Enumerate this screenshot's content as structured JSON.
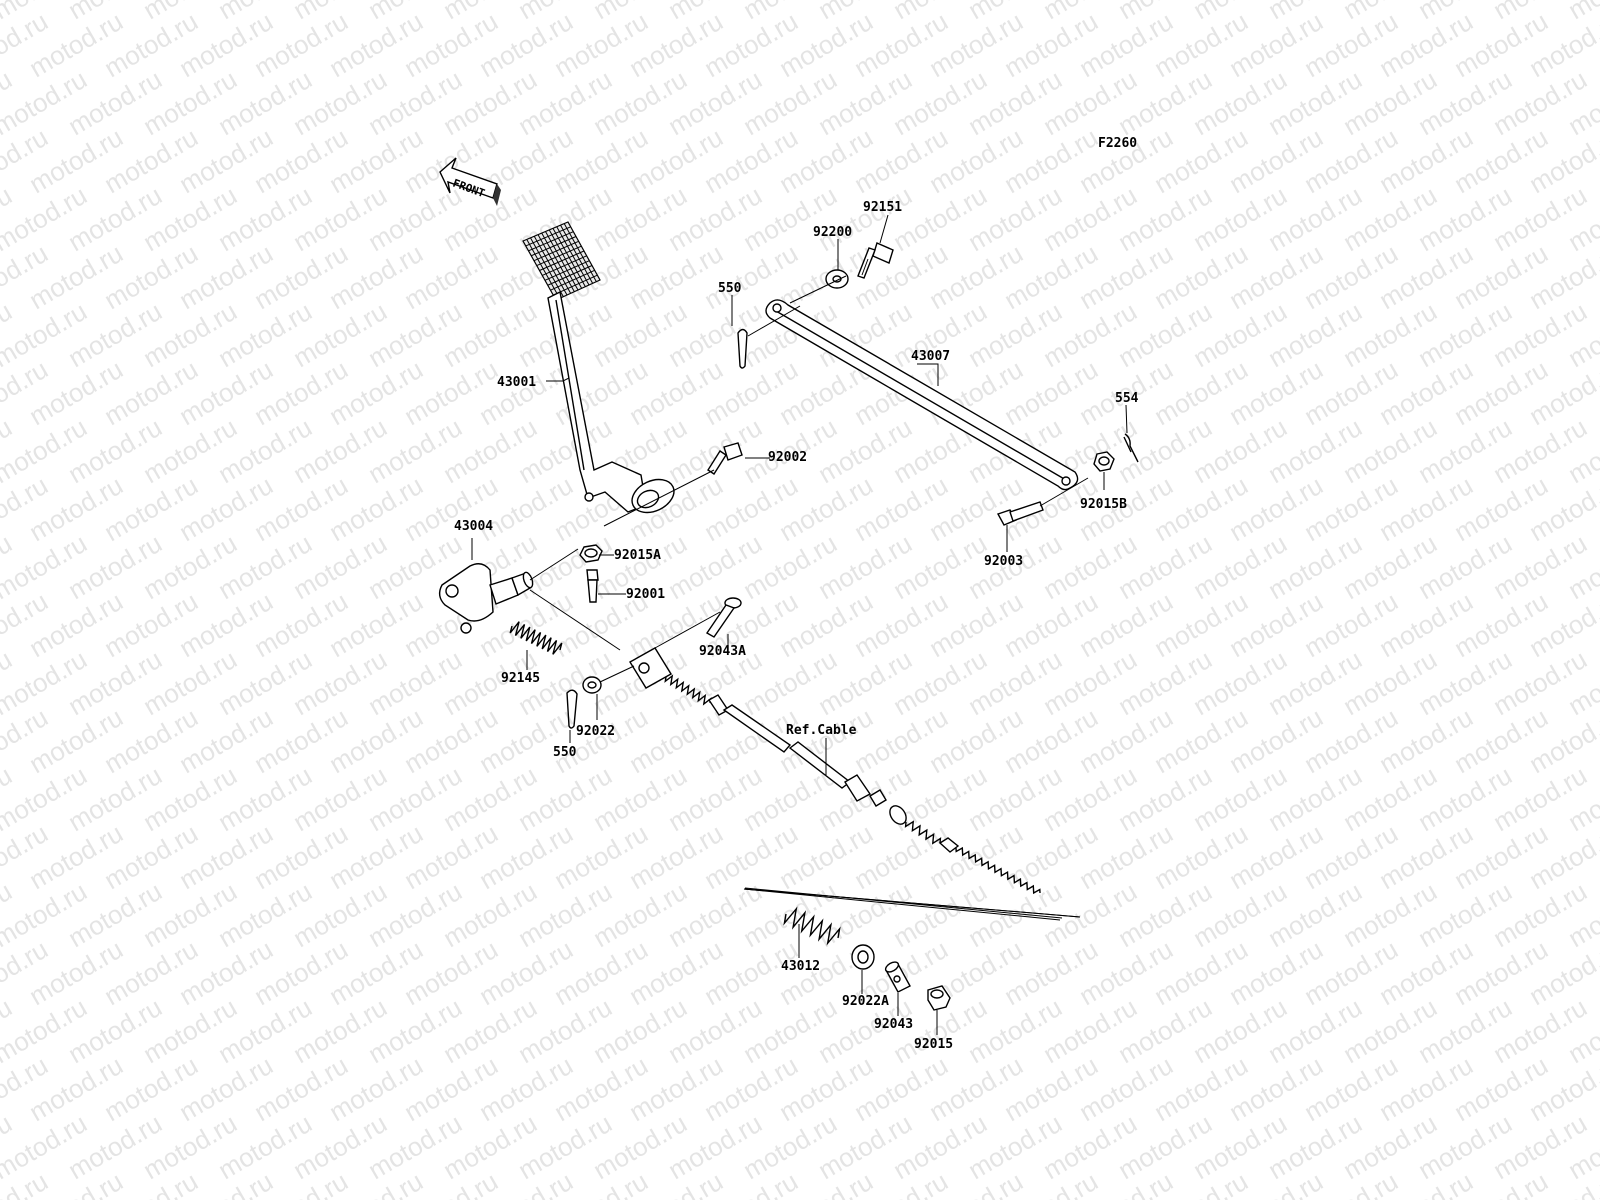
{
  "watermark": "motod.ru",
  "figure_code": "F2260",
  "front_label": "FRONT",
  "ref_label": "Ref.Cable",
  "parts": {
    "p92151": "92151",
    "p92200": "92200",
    "p550_top": "550",
    "p43007": "43007",
    "p554": "554",
    "p43001": "43001",
    "p92002": "92002",
    "p92015B": "92015B",
    "p43004": "43004",
    "p92015A": "92015A",
    "p92003": "92003",
    "p92001": "92001",
    "p92043A": "92043A",
    "p92145": "92145",
    "p92022": "92022",
    "p550_bottom": "550",
    "p43012": "43012",
    "p92022A": "92022A",
    "p92043": "92043",
    "p92015": "92015"
  }
}
